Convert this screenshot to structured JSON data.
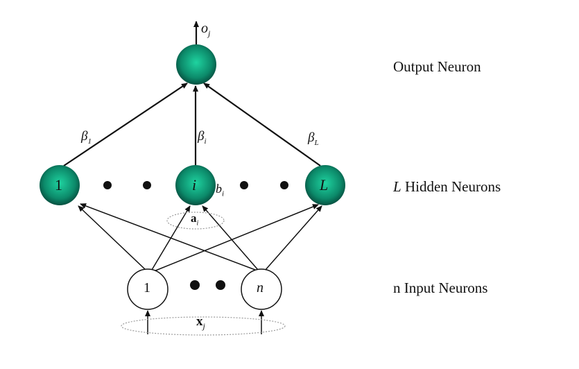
{
  "output_label": "Output Neuron",
  "hidden_label_var": "L",
  "hidden_label_text": "Hidden Neurons",
  "input_label": "n Input Neurons",
  "nodes": {
    "hidden_first": "1",
    "hidden_mid": "i",
    "hidden_last": "L",
    "input_first": "1",
    "input_last": "n"
  },
  "symbols": {
    "output": "o",
    "output_sub": "j",
    "beta1": "β",
    "beta1_sub": "1",
    "betai": "β",
    "betai_sub": "i",
    "betaL": "β",
    "betaL_sub": "L",
    "bias": "b",
    "bias_sub": "i",
    "a": "a",
    "a_sub": "i",
    "x": "x",
    "x_sub": "j"
  },
  "colors": {
    "neuron_fill": "#0d8f6f",
    "neuron_highlight": "#20c99a",
    "line": "#111111"
  }
}
